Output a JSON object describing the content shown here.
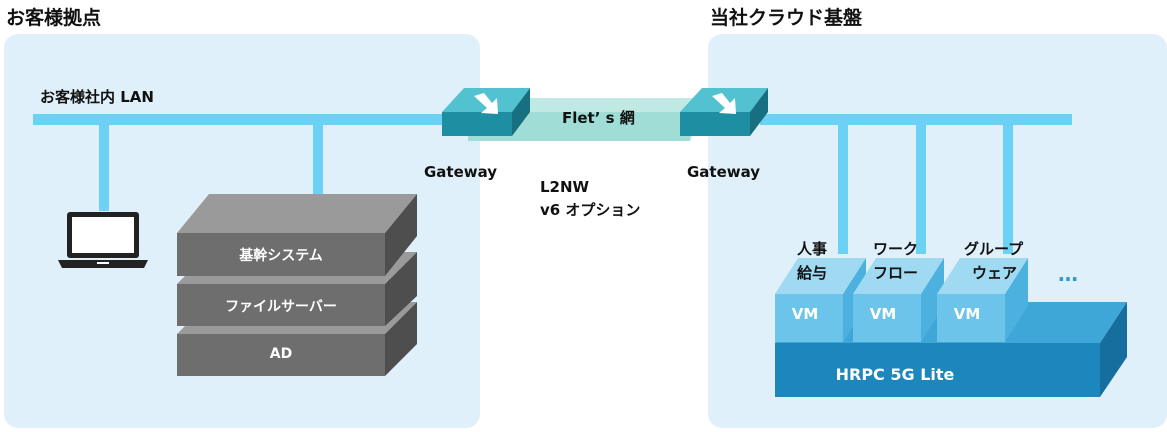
{
  "regions": {
    "customer": {
      "title": "お客様拠点"
    },
    "datacenter": {
      "title": "当社クラウド基盤"
    }
  },
  "lan_label": "お客様社内 LAN",
  "network": {
    "name": "Flet’ s 網",
    "option_line1": "L2NW",
    "option_line2": "v6 オプション"
  },
  "gateways": [
    {
      "label": "Gateway"
    },
    {
      "label": "Gateway"
    }
  ],
  "servers": [
    {
      "label": "基幹システム"
    },
    {
      "label": "ファイルサーバー"
    },
    {
      "label": "AD"
    }
  ],
  "vm_apps": [
    {
      "line1": "人事",
      "line2": "給与",
      "vm": "VM"
    },
    {
      "line1": "ワーク",
      "line2": "フロー",
      "vm": "VM"
    },
    {
      "line1": "グループ",
      "line2": "ウェア",
      "vm": "VM"
    }
  ],
  "more": "…",
  "platform": "HRPC 5G Lite",
  "colors": {
    "panel": "#e0f0fa",
    "lan": "#6cd2f5",
    "gateway": "#2a9bb0",
    "server": "#6e6e6e",
    "vm": "#5fbde6",
    "platform": "#1c86bd"
  }
}
